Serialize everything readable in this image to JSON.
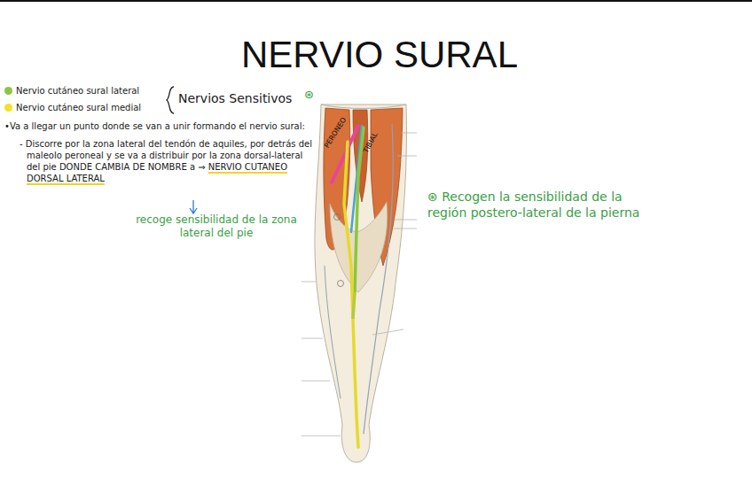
{
  "diagram": {
    "title": "NERVIO SURAL",
    "labels": [
      "Nervios Sensitivos",
      "⊛",
      "•Va a llegar un punto donde se van a unir formando el nervio sural:",
      "- Discorre por la zona lateral del tendón de aquiles, por detrás del maleolo peroneal y se va a distribuir por la zona dorsal-lateral del pie DONDE CAMBIA DE NOMBRE a ⇒",
      "NERVIO CUTANEO DORSAL LATERAL",
      "recoge sensibilidad de la zona lateral del pie",
      "PERONEO",
      "TIBIAL",
      "⊛ Recogen la sensibilidad de la región postero-lateral de la pierna"
    ],
    "legend": [
      {
        "text": "Nervio cutáneo sural lateral",
        "color": "#8cc63f"
      },
      {
        "text": "Nervio cutáneo sural medial",
        "color": "#f2e227"
      }
    ]
  }
}
